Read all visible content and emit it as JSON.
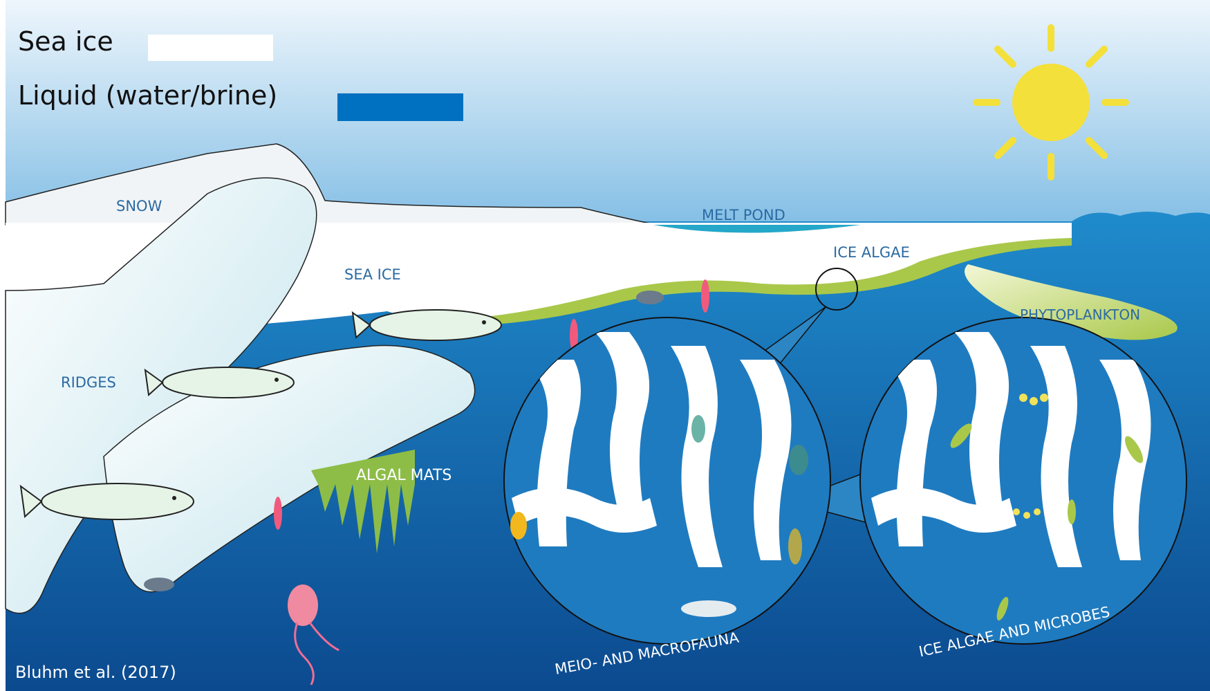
{
  "legend": {
    "sea_ice_label": "Sea ice",
    "liquid_label": "Liquid (water/brine)",
    "sea_ice_color": "#ffffff",
    "liquid_color": "#0070c0"
  },
  "labels": {
    "snow": "SNOW",
    "sea_ice": "SEA ICE",
    "ridges": "RIDGES",
    "melt_pond": "MELT POND",
    "ice_algae": "ICE ALGAE",
    "phytoplankton": "PHYTOPLANKTON",
    "algal_mats": "ALGAL MATS",
    "meio_macrofauna": "MEIO- AND MACROFAUNA",
    "ice_algae_microbes": "ICE ALGAE AND MICROBES"
  },
  "credit": "Bluhm et al. (2017)",
  "colors": {
    "sky_top": "#e8f3fb",
    "sky_bottom": "#8ec4e6",
    "water_top": "#1e86c8",
    "water_bottom": "#0d4e93",
    "algae": "#a9c84a",
    "sun": "#f4e03a",
    "melt_pond": "#24a7c9"
  }
}
